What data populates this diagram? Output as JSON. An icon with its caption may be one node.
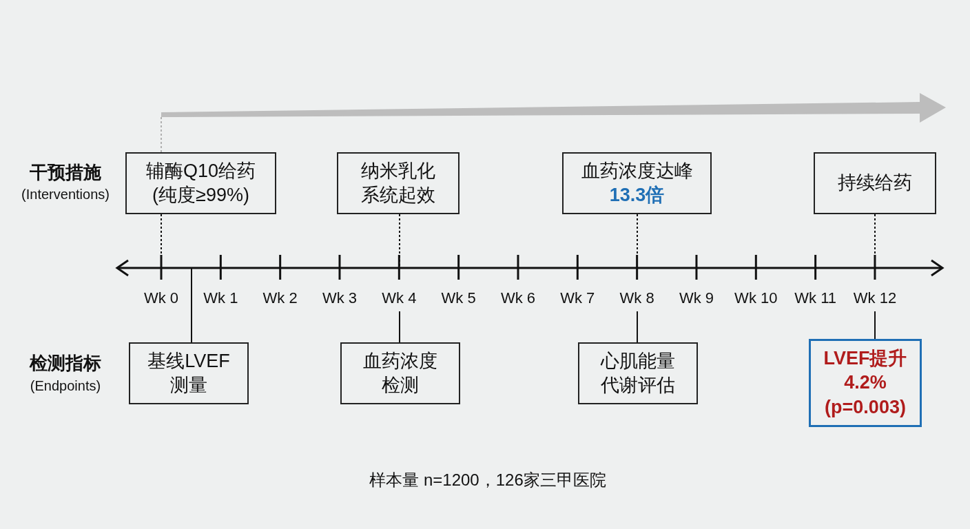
{
  "diagram": {
    "caption": "样本量 n=1200，126家三甲医院",
    "nodes": [
      {
        "text": [
          "辅酶Q10给药 (纯度≥99%)"
        ]
      },
      {
        "text": [
          "纳米乳化系统起效"
        ]
      },
      {
        "text": [
          "血药浓度达峰",
          "13.3倍"
        ]
      },
      {
        "text": [
          "持续给药"
        ]
      },
      {
        "text": [
          "基线LVEF 测量"
        ]
      },
      {
        "text": [
          "血药浓度检测"
        ]
      },
      {
        "text": [
          "心肌能量代谢评估"
        ]
      },
      {
        "text": [
          "LVEF提升 4.2% (p=0.003)"
        ]
      }
    ],
    "edges": [
      {
        "from": 0,
        "to": null,
        "arrow": "none",
        "style": "dashed"
      },
      {
        "from": 1,
        "to": null,
        "arrow": "none",
        "style": "dashed"
      },
      {
        "from": 2,
        "to": null,
        "arrow": "none",
        "style": "dashed"
      },
      {
        "from": 3,
        "to": null,
        "arrow": "none",
        "style": "dashed"
      },
      {
        "from": 4,
        "to": null,
        "arrow": "none"
      },
      {
        "from": 5,
        "to": null,
        "arrow": "none"
      },
      {
        "from": 6,
        "to": null,
        "arrow": "none"
      },
      {
        "from": 7,
        "to": null,
        "arrow": "none"
      },
      {
        "from": 0,
        "to": null,
        "arrow": "none",
        "style": "dashed",
        "color": "#b0b0b0"
      }
    ],
    "labels": [
      "干预措施",
      "(Interventions)",
      "Wk 0",
      "Wk 1",
      "Wk 2",
      "Wk 3",
      "Wk 4",
      "Wk 5",
      "Wk 6",
      "Wk 7",
      "Wk 8",
      "Wk 9",
      "Wk 10",
      "Wk 11",
      "Wk 12",
      "检测指标",
      "(Endpoints)"
    ]
  }
}
